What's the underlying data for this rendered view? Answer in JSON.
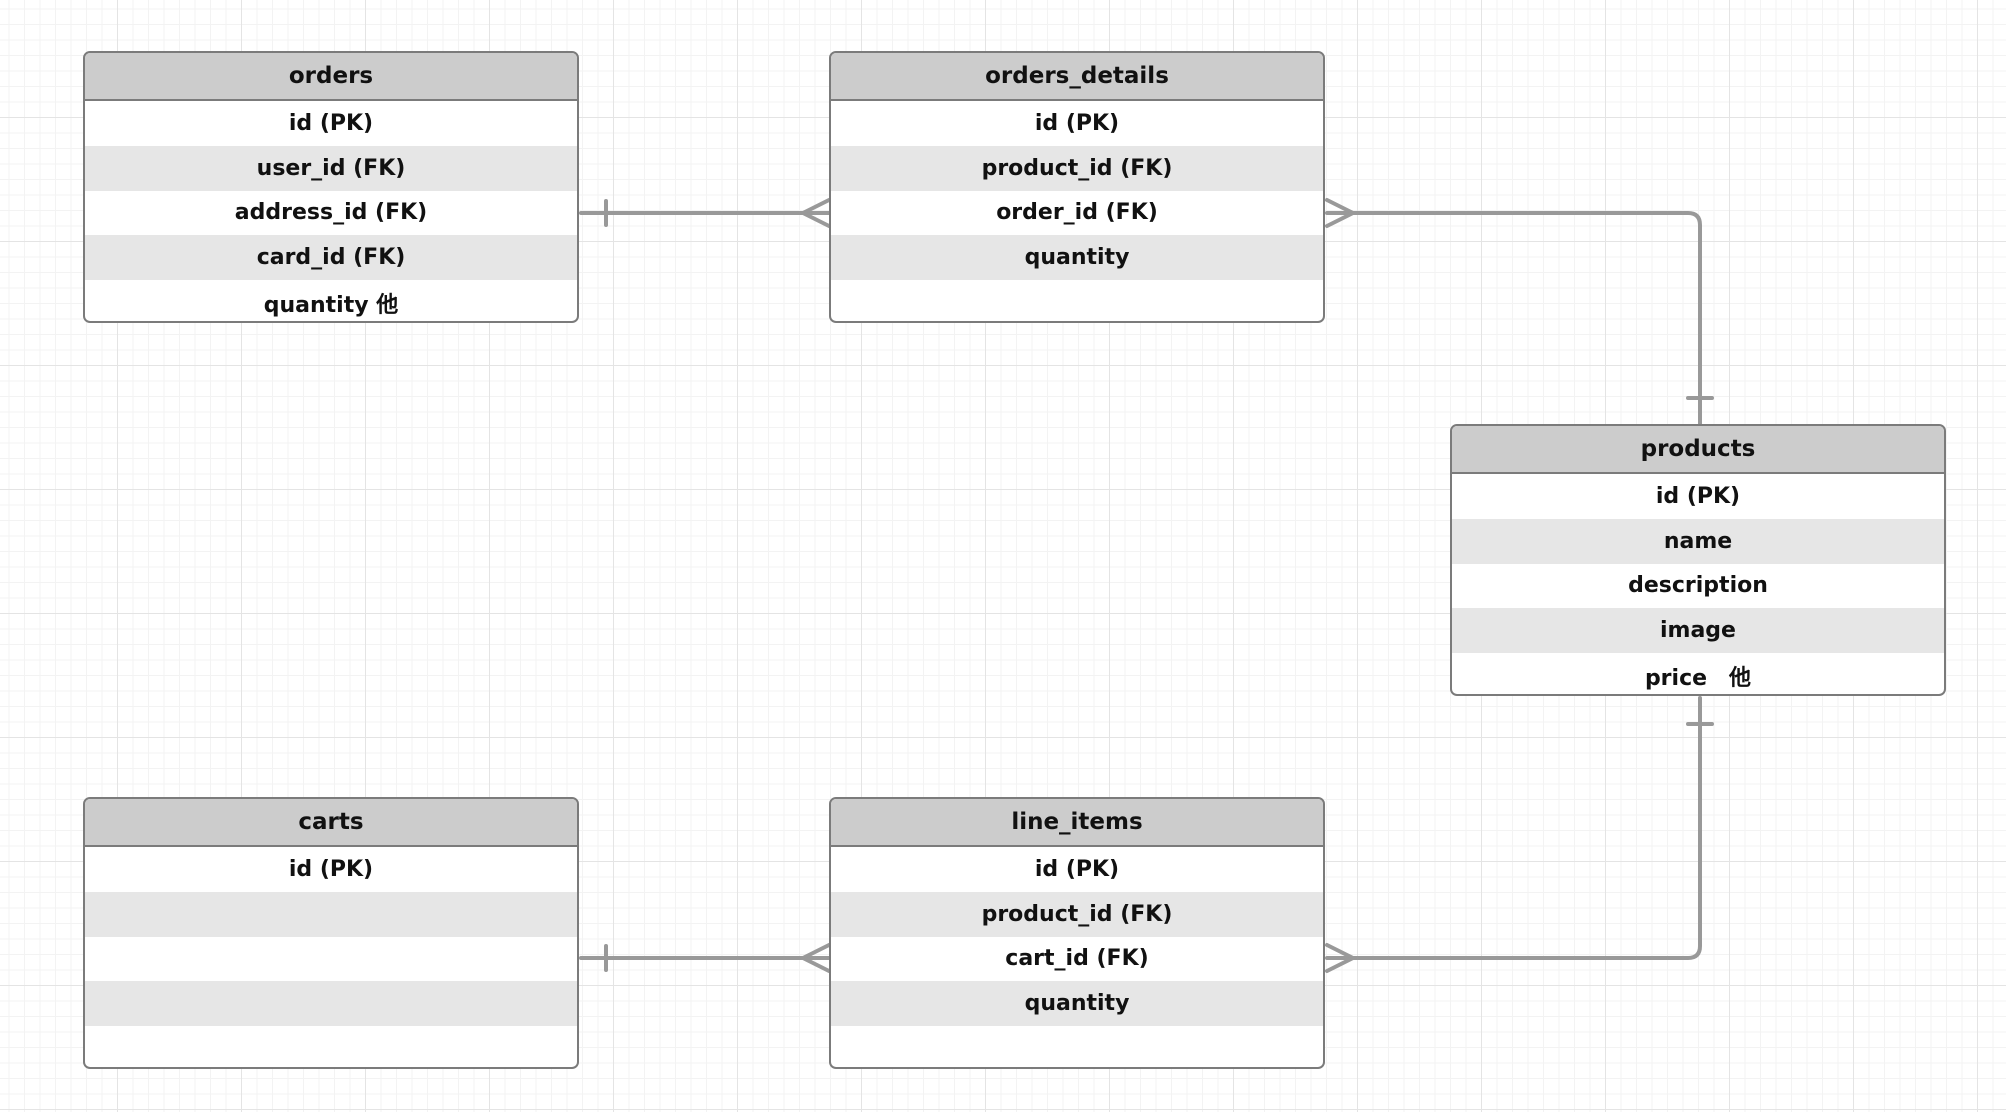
{
  "colors": {
    "header_fill": "#cccccc",
    "stripe_fill": "#e6e6e6",
    "border": "#7b7b7b",
    "connector": "#999999",
    "grid": "#e4e4e4"
  },
  "entities": [
    {
      "id": "orders",
      "title": "orders",
      "rows": [
        "id (PK)",
        "user_id (FK)",
        "address_id (FK)",
        "card_id (FK)",
        "quantity 他"
      ]
    },
    {
      "id": "orders_details",
      "title": "orders_details",
      "rows": [
        "id (PK)",
        "product_id (FK)",
        "order_id (FK)",
        "quantity",
        ""
      ]
    },
    {
      "id": "products",
      "title": "products",
      "rows": [
        "id (PK)",
        "name",
        "description",
        "image",
        "price　他"
      ]
    },
    {
      "id": "carts",
      "title": "carts",
      "rows": [
        "id (PK)",
        "",
        "",
        "",
        ""
      ]
    },
    {
      "id": "line_items",
      "title": "line_items",
      "rows": [
        "id (PK)",
        "product_id (FK)",
        "cart_id (FK)",
        "quantity",
        ""
      ]
    }
  ],
  "relationships": [
    {
      "from": "orders",
      "to": "orders_details",
      "from_end": "one",
      "to_end": "many"
    },
    {
      "from": "orders_details",
      "to": "products",
      "from_end": "many",
      "to_end": "one"
    },
    {
      "from": "carts",
      "to": "line_items",
      "from_end": "one",
      "to_end": "many"
    },
    {
      "from": "line_items",
      "to": "products",
      "from_end": "many",
      "to_end": "one"
    }
  ]
}
